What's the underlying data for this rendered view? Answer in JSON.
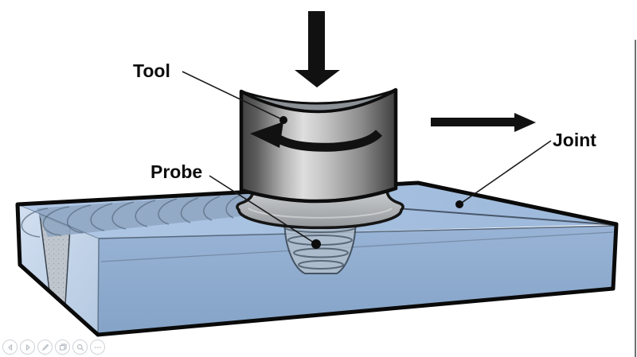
{
  "window": {
    "background": "#ffffff",
    "right_edge_color": "#6f6f6f"
  },
  "diagram": {
    "type": "friction-stir-welding-schematic",
    "labels": {
      "tool": "Tool",
      "probe": "Probe",
      "joint": "Joint"
    },
    "arrows": [
      {
        "name": "axial-force-arrow",
        "direction": "down",
        "color": "#111111"
      },
      {
        "name": "rotation-arrow",
        "direction": "counter-clockwise",
        "color": "#111111"
      },
      {
        "name": "traverse-arrow",
        "direction": "right",
        "color": "#111111"
      }
    ],
    "colors": {
      "plate_top": "#a6c0df",
      "plate_front": "#8fadd0",
      "plate_side": "#ccdbee",
      "weld_track": "#90a7c3",
      "weld_nugget": "#c0c6cd",
      "tool_light": "#dedede",
      "tool_dark": "#404040",
      "outline": "#0a0a0a",
      "leader_line": "#1a1a1a"
    }
  },
  "toolbar": {
    "buttons": [
      {
        "name": "previous-slide",
        "icon": "left-triangle-icon"
      },
      {
        "name": "next-slide",
        "icon": "right-triangle-icon"
      },
      {
        "name": "pen-tools",
        "icon": "pen-icon"
      },
      {
        "name": "see-all-slides",
        "icon": "slides-grid-icon"
      },
      {
        "name": "zoom-slide",
        "icon": "magnifier-icon"
      },
      {
        "name": "more-options",
        "icon": "ellipsis-icon"
      }
    ]
  }
}
